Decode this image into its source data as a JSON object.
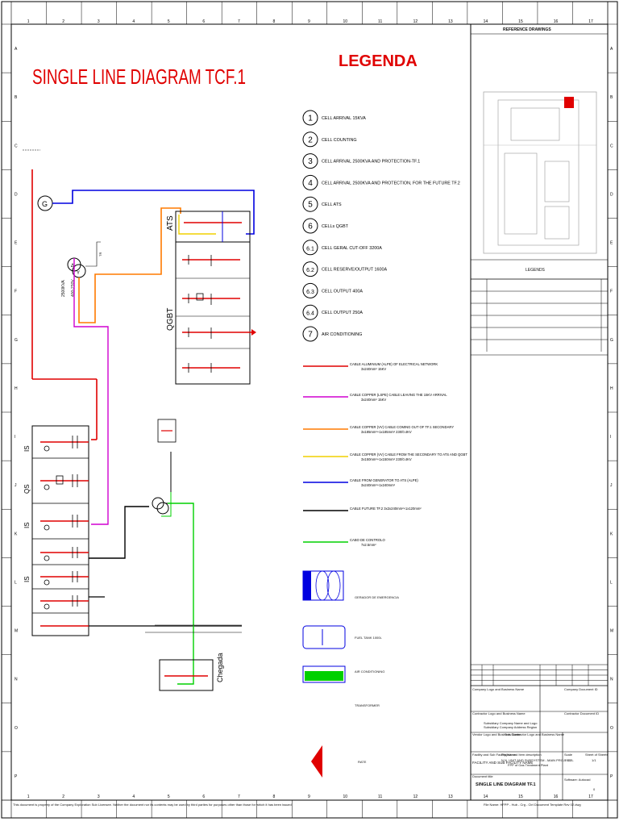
{
  "title": "SINGLE LINE DIAGRAM TCF.1",
  "legend_title": "LEGENDA",
  "reference_drawings_title": "REFERENCE DRAWINGS",
  "legends_box_title": "LEGENDS",
  "column_numbers": [
    "1",
    "2",
    "3",
    "4",
    "5",
    "6",
    "7",
    "8",
    "9",
    "10",
    "11",
    "12",
    "13",
    "14",
    "15",
    "16",
    "17"
  ],
  "row_letters": [
    "A",
    "B",
    "C",
    "D",
    "E",
    "F",
    "G",
    "H",
    "I",
    "J",
    "K",
    "L",
    "M",
    "N",
    "O",
    "P"
  ],
  "legend_items": [
    {
      "num": "1",
      "text": "CELL ARRIVAL 15KVA"
    },
    {
      "num": "2",
      "text": "CELL COUNTING"
    },
    {
      "num": "3",
      "text": "CELL ARRIVAL 2500KVA AND PROTECTION-TF.1"
    },
    {
      "num": "4",
      "text": "CELL ARRIVAL 2500KVA AND PROTECTION, FOR THE FUTURE TF.2"
    },
    {
      "num": "5",
      "text": "CELL ATS"
    },
    {
      "num": "6",
      "text": "CELLs QGBT"
    },
    {
      "num": "6.1",
      "text": "CELL GERAL CUT-OFF 3200A"
    },
    {
      "num": "6.2",
      "text": "CELL RESERVE/OUTPUT 1600A"
    },
    {
      "num": "6.3",
      "text": "CELL OUTPUT 400A"
    },
    {
      "num": "6.4",
      "text": "CELL OUTPUT 250A"
    },
    {
      "num": "7",
      "text": "AIR CONDITIONING"
    }
  ],
  "cable_legend": [
    {
      "color": "#e00000",
      "text": "CABLE ALUMINIUM (ALPE) OF ELECTRICAL NETWORK",
      "sub": "3x240mm² 15KV"
    },
    {
      "color": "#d000d0",
      "text": "CABLE COPPER (LSPE) CABLE LEAVING THE 15KV ARRIVAL",
      "sub": "3x240mm² 15KV"
    },
    {
      "color": "#ff7a00",
      "text": "CABLE COPPER (VV) CABLE COMING OUT OF TF.1 SECONDARY",
      "sub": "3x185mm²+1x185mm² 230/0.4KV"
    },
    {
      "color": "#f0d000",
      "text": "CABLE COPPER (VV) CABLE FROM THE SECONDARY TO ATS AND QGBT",
      "sub": "3x150mm²+1x150mm² 230/0.4KV"
    },
    {
      "color": "#0000e0",
      "text": "CABLE FROM GENERATOR TO ATS (ALPE)",
      "sub": "3x240mm²+1x240mm²"
    },
    {
      "color": "#000000",
      "text": "CABLE FUTURE TF.2 3x2x240mm²+1x120mm²",
      "sub": ""
    },
    {
      "color": "#00d000",
      "text": "CABO DE CONTROLO",
      "sub": "7x2.5mm²"
    }
  ],
  "symbol_legend": [
    {
      "name": "generator",
      "text": "GERADOR DE EMERGENCIA"
    },
    {
      "name": "fuel-tank",
      "text": "FUEL TANK 1000L"
    },
    {
      "name": "air-conditioning",
      "text": "AIR CONDITIONING"
    },
    {
      "name": "transformer",
      "text": "TRANSFORMER"
    },
    {
      "name": "rate",
      "text": "RATE"
    }
  ],
  "diagram_labels": {
    "ats": "ATS",
    "qgbt": "QGBT",
    "is1": "IS",
    "qs": "QS",
    "is2": "IS",
    "is3": "IS",
    "transformer": "2500KVA",
    "transformer_v": "400-230V",
    "tr": "TR",
    "chegada": "Chegada"
  },
  "title_block": {
    "company_left": "Company Logo and Business Name",
    "company_right": "Company Document ID",
    "contractor": "Contractor Logo and Business Name",
    "contractor_doc": "Contractor Document ID",
    "owner_text_1": "Subsidiary Company Name and Logo",
    "owner_text_2": "Subsidiary Company Address Region",
    "vendor": "Vendor Logo and Business Name",
    "subcontractor": "Sub-Contractor Logo and Business Name",
    "facility_label": "Facility and Sub Facility Name",
    "facility": "FACILITY AND SUB FACILITY NAME",
    "project_label": "Project and Item description",
    "project": "N.N. UNIT AND SUBSYSTEM - MAIN PROJECT",
    "project_sub": "FPP of Gas Treatment Plant",
    "doc_title_label": "Document title",
    "doc_title": "SINGLE LINE DIAGRAM TF.1",
    "scale_label": "Scale",
    "scale": "N.A.",
    "sheet_label": "Sheet of Sheets",
    "sheet": "1/1",
    "rev": "0",
    "sw": "Software: Autocad"
  },
  "footer_left": "This document is property of the Company Exploration Sub Licensee. Neither the document nor its contents may be used by third parties for purposes other than those for which it has been issued.",
  "footer_right": "File Name: HFPP - Hub - Crg - Ctrl Document Template Rev 02.dwg"
}
